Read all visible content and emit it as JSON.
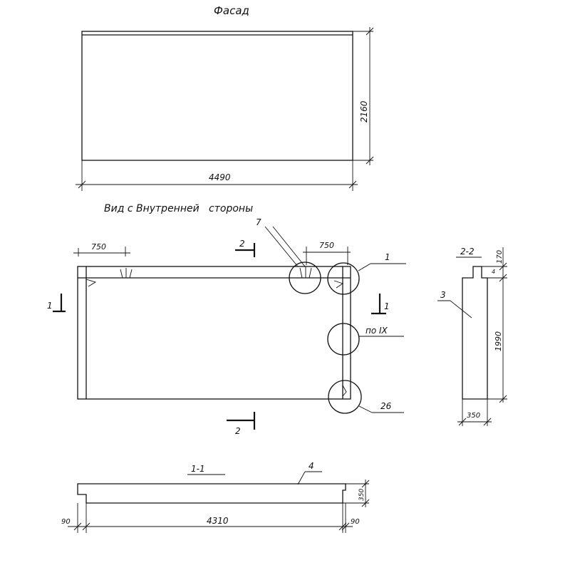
{
  "drawing": {
    "facade_title": "Фасад",
    "inner_view_title": "Вид с Внутренней   стороны",
    "dims": {
      "facade_width": "4490",
      "facade_height": "2160",
      "left_offset": "750",
      "right_offset": "750",
      "section_height_top": "170",
      "section_height_small": "4",
      "section_height_main": "1990",
      "section_thickness": "350",
      "bottom_thickness": "350",
      "bottom_left_end": "90",
      "bottom_length": "4310",
      "bottom_right_end": "90"
    },
    "section_marks": {
      "mark_2_top": "2",
      "mark_2_bottom": "2",
      "mark_1_left": "1",
      "mark_1_right": "1"
    },
    "section_titles": {
      "section_2_2": "2-2",
      "section_1_1": "1-1"
    },
    "callouts": {
      "c7": "7",
      "c1": "1",
      "c_po": "по IX",
      "c26": "26",
      "c3": "3",
      "c4": "4"
    }
  }
}
